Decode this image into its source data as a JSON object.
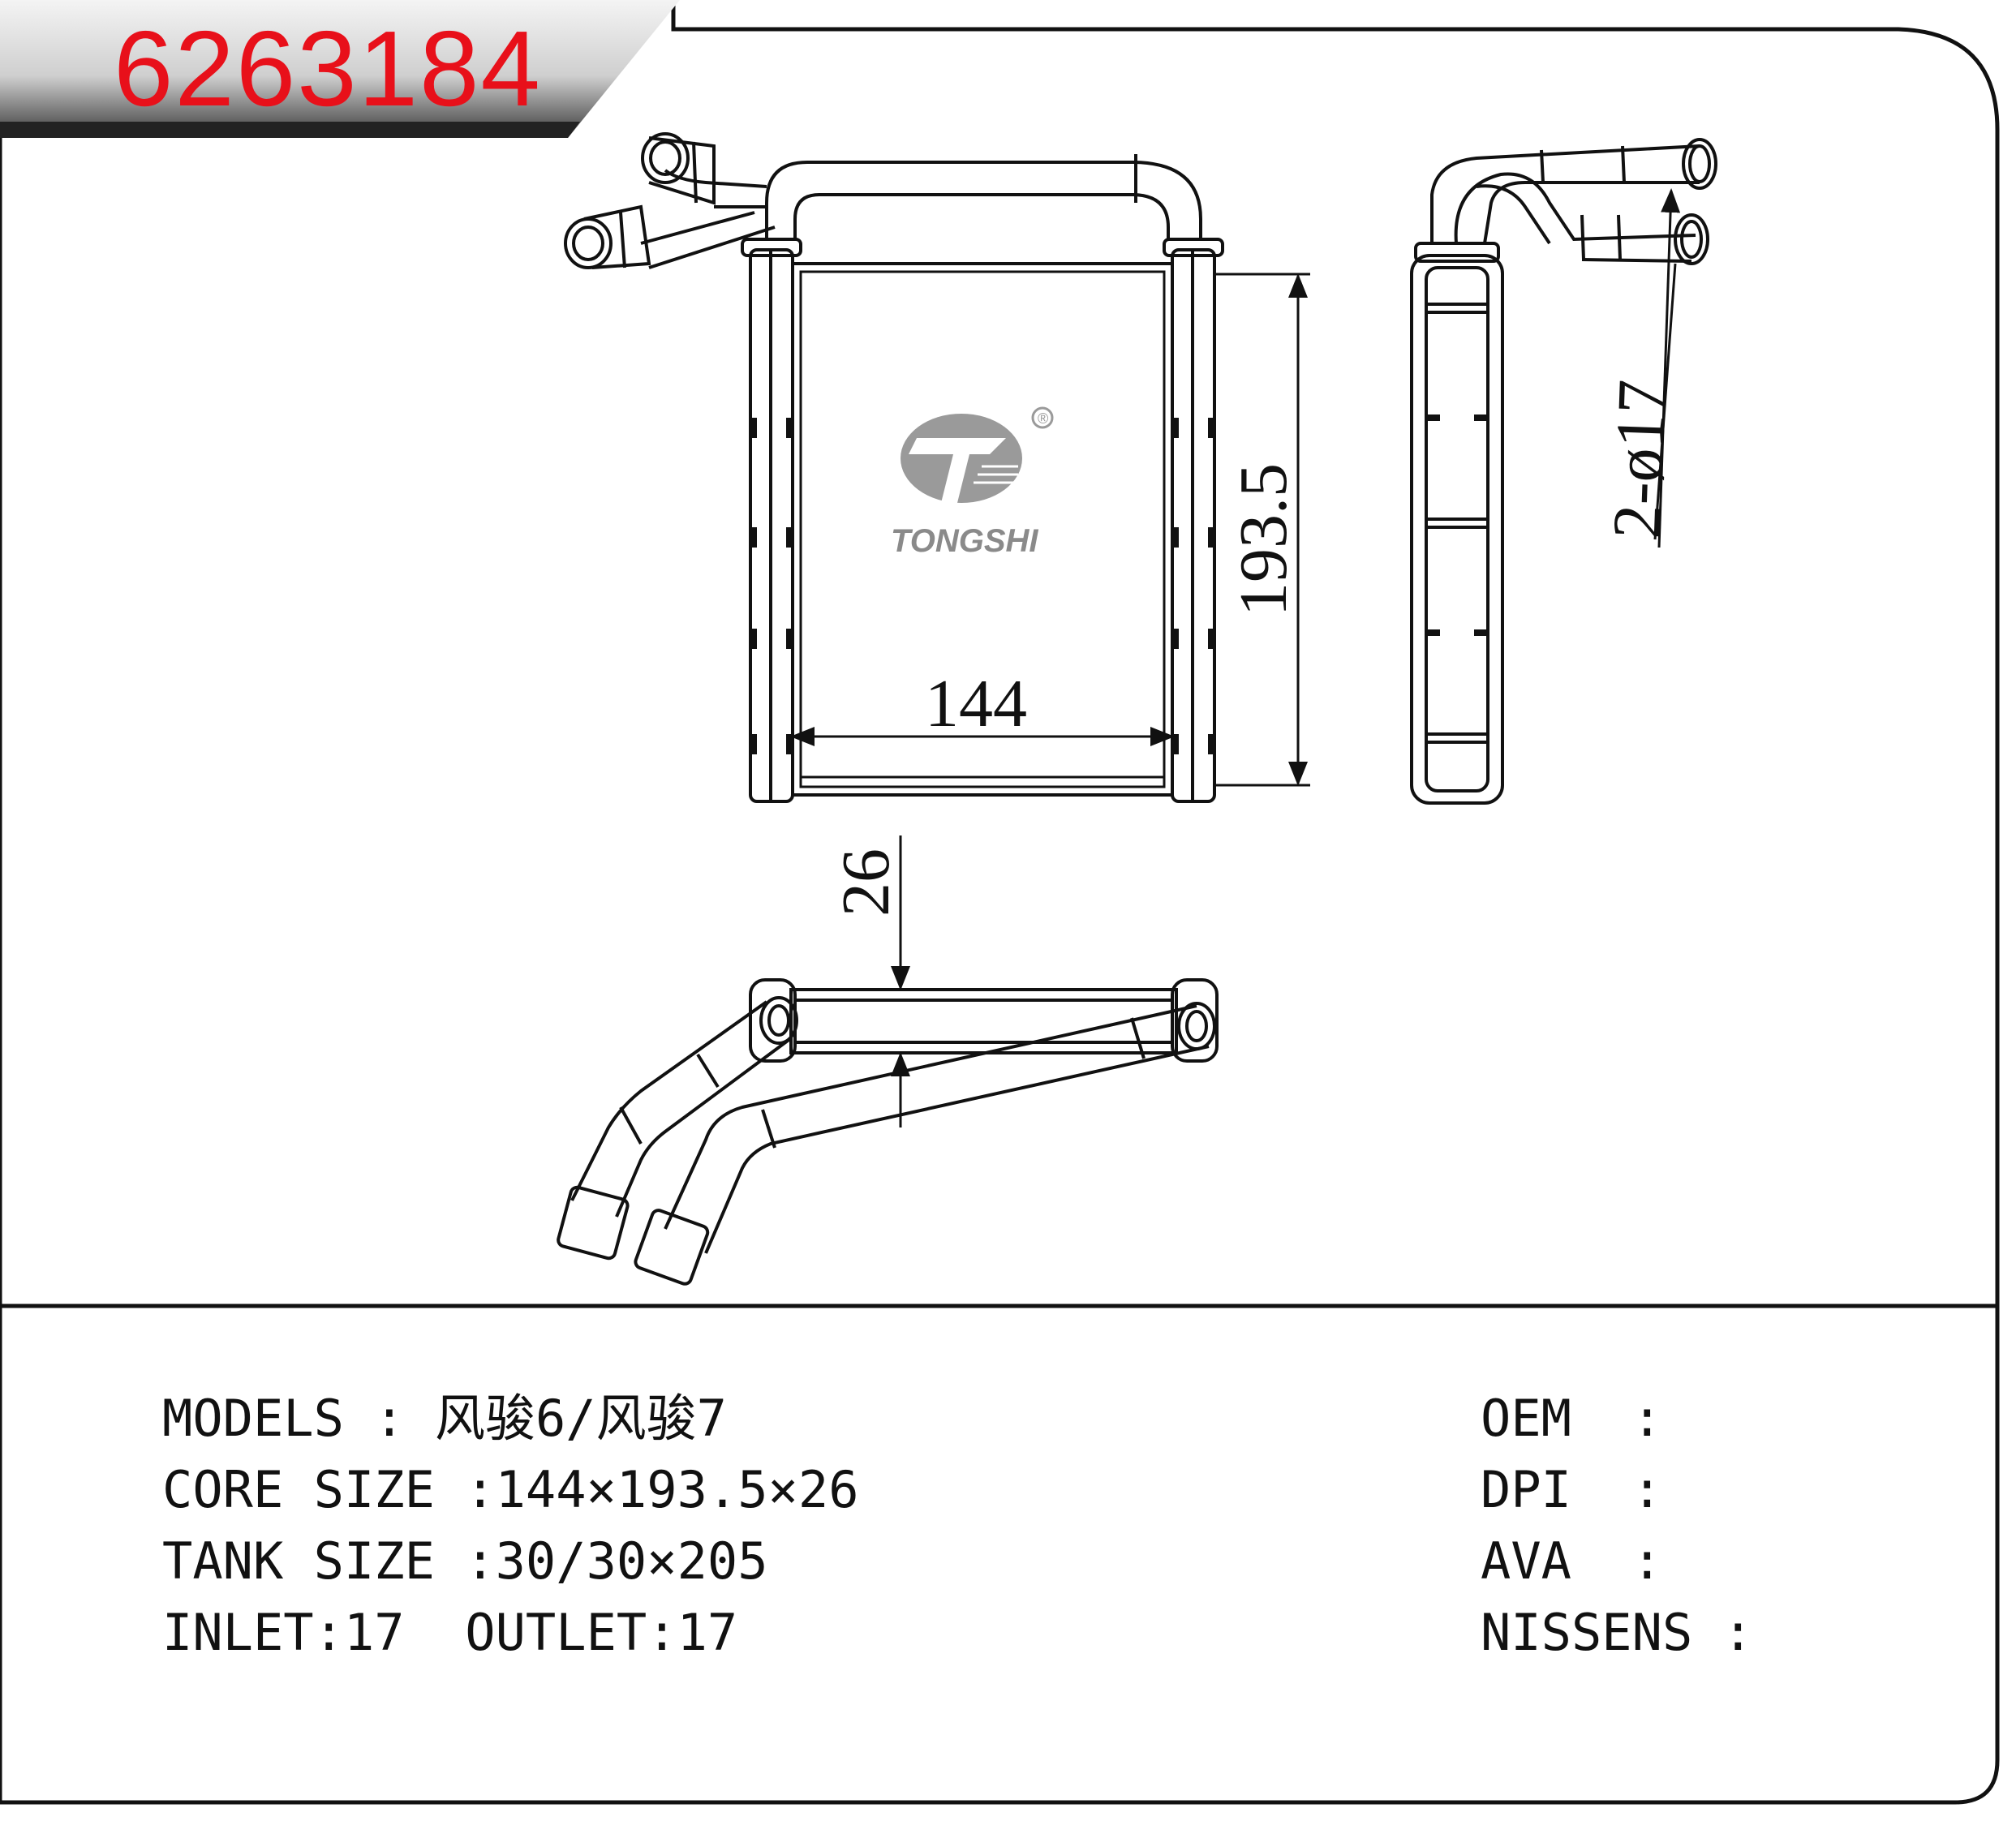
{
  "part_number": "6263184",
  "brand": {
    "name": "TONGSHI",
    "registered_mark": "®"
  },
  "dimensions": {
    "width": "144",
    "height": "193.5",
    "thickness": "26",
    "pipe_diameter": "2-ø17"
  },
  "specs": {
    "models_label": "MODELS",
    "models_value": "风骏6/风骏7",
    "core_size_label": "CORE SIZE",
    "core_size_value": "144×193.5×26",
    "tank_size_label": "TANK SIZE",
    "tank_size_value": "30/30×205",
    "inlet_label": "INLET",
    "inlet_value": "17",
    "outlet_label": "OUTLET",
    "outlet_value": "17"
  },
  "references": {
    "oem_label": "OEM",
    "dpi_label": "DPI",
    "ava_label": "AVA",
    "nissens_label": "NISSENS"
  },
  "colors": {
    "part_number": "#e8101a",
    "line": "#111111",
    "tab_dark": "#2a2a2a",
    "logo_gray": "#9a9a9a"
  }
}
